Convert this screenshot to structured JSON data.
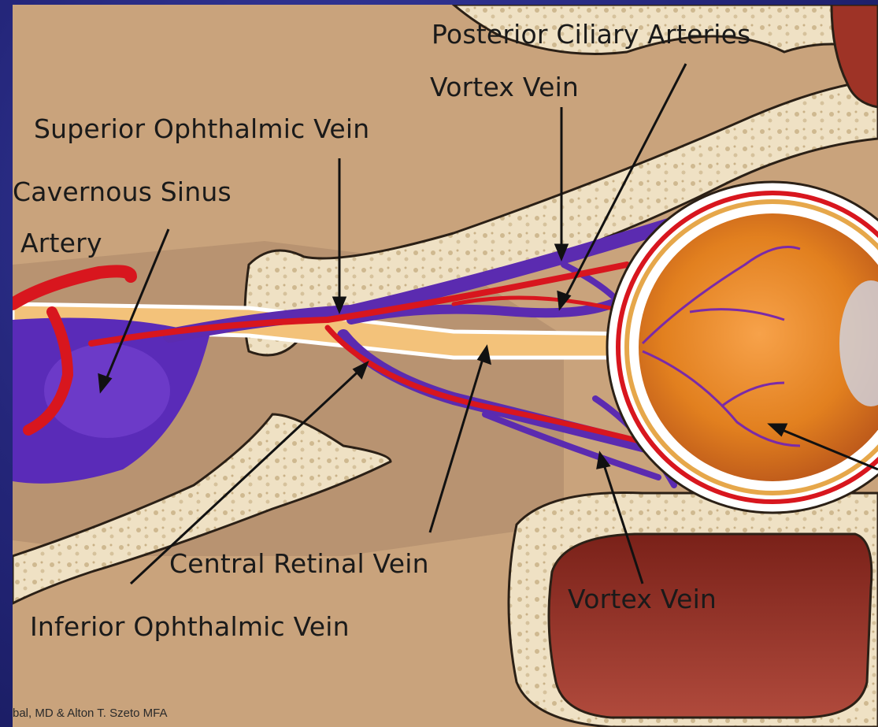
{
  "labels": {
    "posterior_ciliary_arteries": "Posterior Ciliary Arteries",
    "vortex_vein_top": "Vortex Vein",
    "superior_ophthalmic_vein": "Superior Ophthalmic Vein",
    "cavernous_sinus": "Cavernous Sinus",
    "artery": "Artery",
    "central_retinal_vein": "Central Retinal Vein",
    "vortex_vein_bottom": "Vortex Vein",
    "inferior_ophthalmic_vein": "Inferior Ophthalmic Vein"
  },
  "credit": "bal, MD & Alton T. Szeto MFA",
  "colors": {
    "slide_background": "#24267a",
    "tissue": "#c9a27a",
    "bone": "#efe1c4",
    "vein": "#5b2bb0",
    "artery": "#d8161e",
    "nerve": "#f3c27a",
    "globe": "#e88a2a",
    "sinus_cavity": "#8e2a22"
  }
}
